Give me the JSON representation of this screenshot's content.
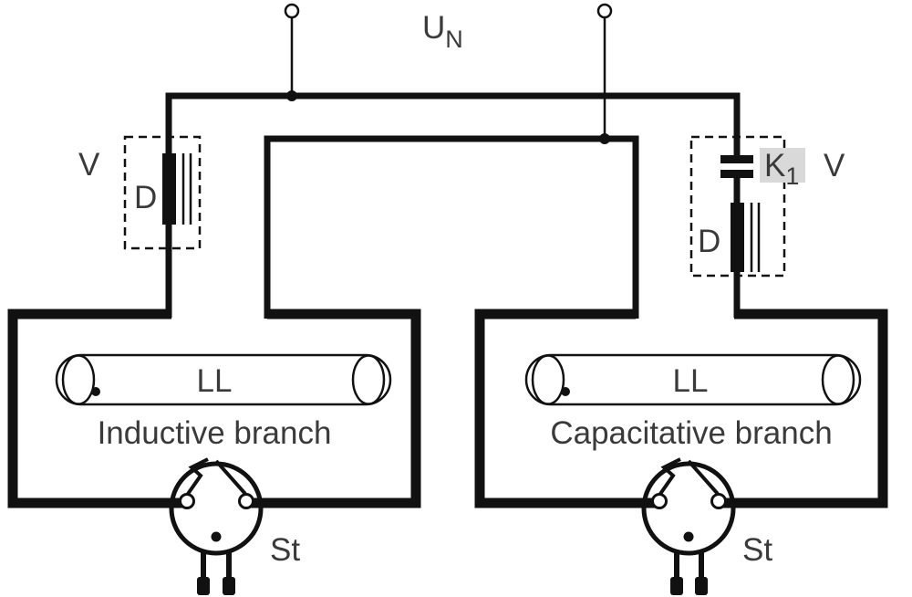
{
  "supply": {
    "label": "U",
    "label_sub": "N"
  },
  "branches": {
    "left": {
      "name": "Inductive branch",
      "regulator_label": "V",
      "ballast_label": "D",
      "lamp_label": "LL",
      "starter_label": "St"
    },
    "right": {
      "name": "Capacitative branch",
      "regulator_label": "V",
      "capacitor_label": "K",
      "capacitor_label_sub": "1",
      "ballast_label": "D",
      "lamp_label": "LL",
      "starter_label": "St"
    }
  },
  "colors": {
    "line": "#111111",
    "text": "#3a3a3a",
    "highlight": "#d9d9d9",
    "background": "#ffffff"
  }
}
